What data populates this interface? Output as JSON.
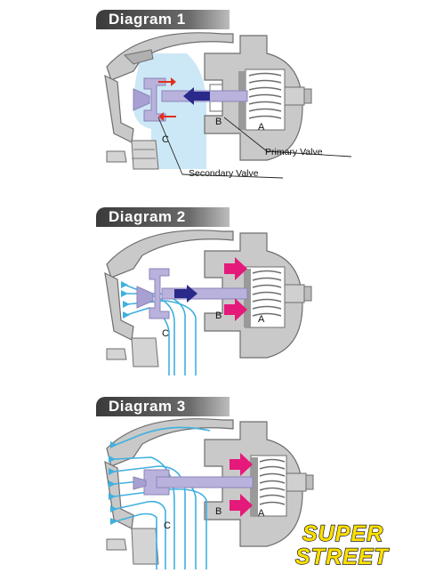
{
  "diagrams": [
    {
      "title": "Diagram 1",
      "labels": {
        "a": "A",
        "b": "B",
        "c": "C"
      },
      "callouts": {
        "primary": "Primary Valve",
        "secondary": "Secondary Valve"
      }
    },
    {
      "title": "Diagram 2",
      "labels": {
        "a": "A",
        "b": "B",
        "c": "C"
      }
    },
    {
      "title": "Diagram 3",
      "labels": {
        "a": "A",
        "b": "B",
        "c": "C"
      }
    }
  ],
  "brand": {
    "line1": "SUPER",
    "line2": "STREET"
  },
  "colors": {
    "housing": "#c9c9c9",
    "housing_dark": "#8c8c8c",
    "valve": "#b9b2dc",
    "fluid": "#cce8f6",
    "flow": "#3fb0e0",
    "arrow_red": "#e0301e",
    "arrow_blue": "#2a2a8a",
    "arrow_pink": "#e5197a",
    "brand_yellow": "#ffe000"
  }
}
